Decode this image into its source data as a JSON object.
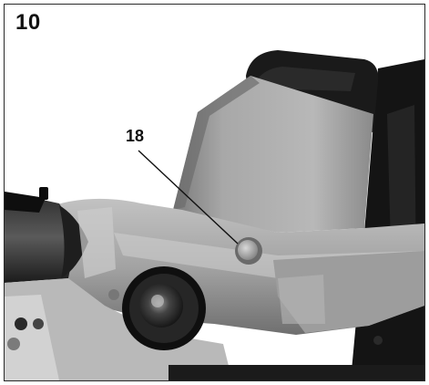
{
  "figure": {
    "number": "10"
  },
  "callouts": [
    {
      "label": "18",
      "target": "button"
    }
  ],
  "colors": {
    "body_light": "#b3b3b3",
    "body_mid": "#8c8c8c",
    "body_dark": "#5a5a5a",
    "black": "#101010",
    "background": "#ffffff"
  }
}
